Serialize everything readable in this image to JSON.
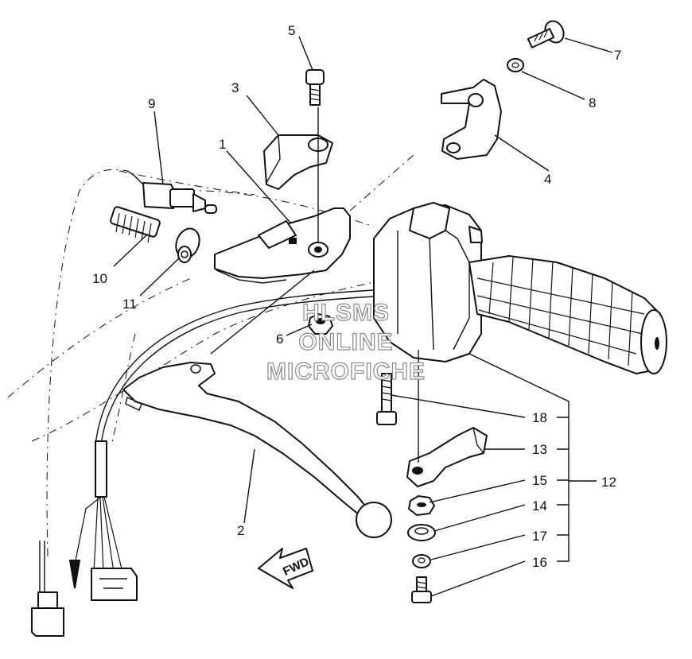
{
  "labels": {
    "p1": "1",
    "p2": "2",
    "p3": "3",
    "p4": "4",
    "p5": "5",
    "p6": "6",
    "p7": "7",
    "p8": "8",
    "p9": "9",
    "p10": "10",
    "p11": "11",
    "p12": "12",
    "p13": "13",
    "p14": "14",
    "p15": "15",
    "p16": "16",
    "p17": "17",
    "p18": "18"
  },
  "watermark": {
    "line1": "HLSMS",
    "line2": "ONLINE",
    "line3": "MICROFICHE"
  },
  "arrow": {
    "text": "FWD"
  }
}
